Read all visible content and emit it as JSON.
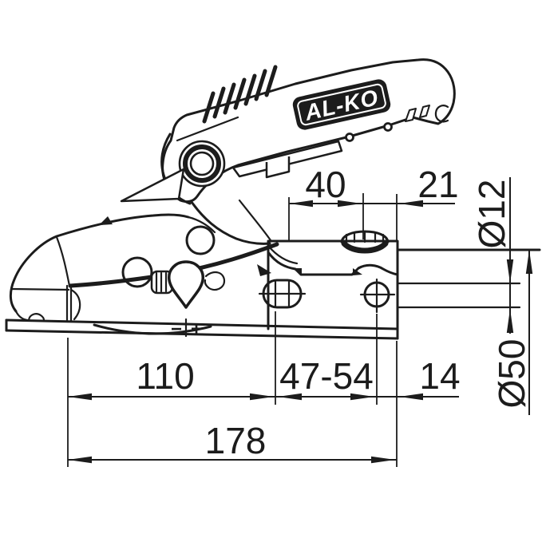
{
  "drawing": {
    "brand_label": "AL-KO",
    "type_label": "trailer coupling dimensional drawing",
    "colors": {
      "line": "#1c1c1c",
      "background": "#ffffff"
    },
    "dimensions": {
      "d40": "40",
      "d21": "21",
      "dia12": "Ø12",
      "dia50": "Ø50",
      "d110": "110",
      "d4754": "47-54",
      "d14": "14",
      "d178": "178"
    },
    "adjust_minus": "−",
    "adjust_plus": "+"
  }
}
